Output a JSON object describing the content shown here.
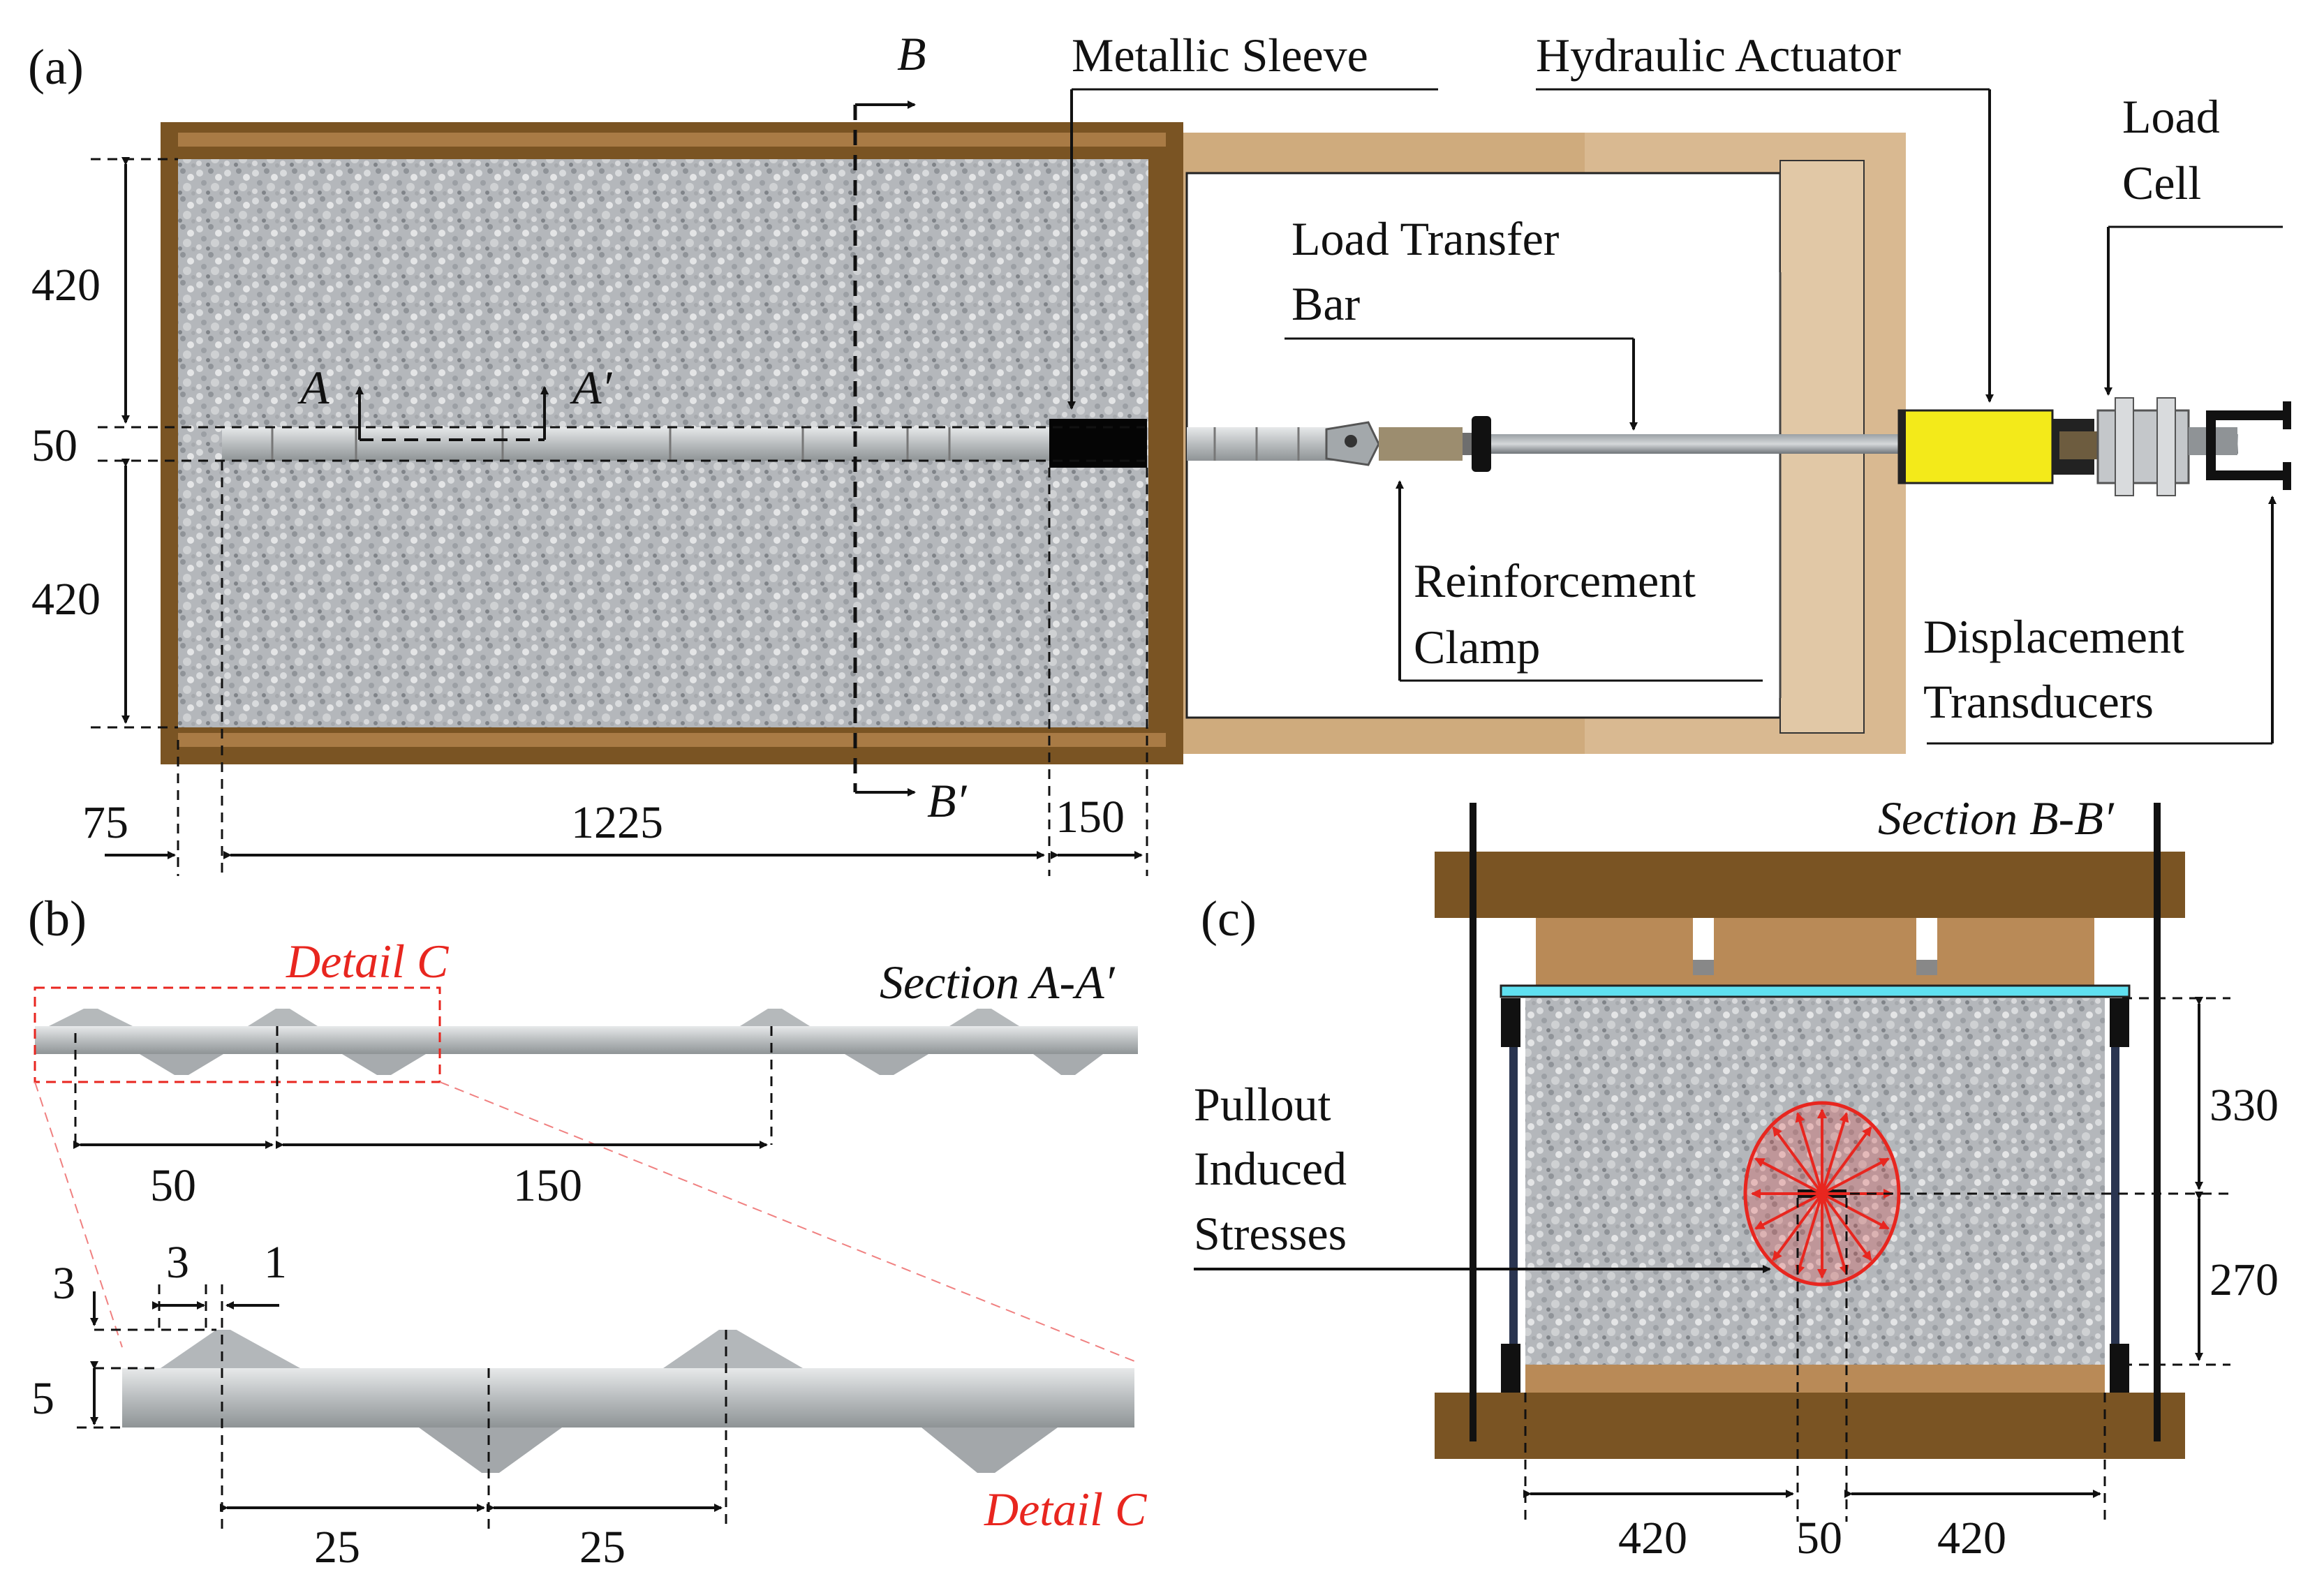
{
  "panels": {
    "a": "(a)",
    "b": "(b)",
    "c": "(c)"
  },
  "panel_a": {
    "labels": {
      "metallic_sleeve": "Metallic Sleeve",
      "hydraulic_actuator": "Hydraulic Actuator",
      "load_cell_1": "Load",
      "load_cell_2": "Cell",
      "load_transfer_bar_1": "Load Transfer",
      "load_transfer_bar_2": "Bar",
      "reinforcement_clamp_1": "Reinforcement",
      "reinforcement_clamp_2": "Clamp",
      "displacement_transducers_1": "Displacement",
      "displacement_transducers_2": "Transducers"
    },
    "section_marks": {
      "A": "A",
      "A_prime": "A′",
      "B": "B",
      "B_prime": "B′"
    },
    "dimensions": {
      "top_height": "420",
      "mid_height": "50",
      "bottom_height": "420",
      "left_offset": "75",
      "embedded_length": "1225",
      "sleeve_length": "150"
    }
  },
  "panel_b": {
    "section_title": "Section A-A′",
    "detail_label_top": "Detail C",
    "detail_label_bottom": "Detail C",
    "dimensions": {
      "rib_spacing_small": "50",
      "rib_spacing_large": "150",
      "rib_height_3": "3",
      "rib_top_3": "3",
      "rib_gap_1": "1",
      "bar_thickness": "5",
      "rib_pitch_1": "25",
      "rib_pitch_2": "25"
    }
  },
  "panel_c": {
    "section_title": "Section B-B′",
    "labels": {
      "stress_1": "Pullout",
      "stress_2": "Induced",
      "stress_3": "Stresses"
    },
    "dimensions": {
      "upper_height": "330",
      "lower_height": "270",
      "left_width": "420",
      "center_width": "50",
      "right_width": "420"
    }
  },
  "colors": {
    "timber": "#7a5423",
    "timber_light": "#a97b45",
    "panel_tan": "#cfab7d",
    "panel_tan_light": "#e1c29a",
    "soil": "#b9bcc0",
    "steel": "#c9ccce",
    "actuator_yellow": "#f3ea1a",
    "cyan_plate": "#5fe0f0",
    "stress_red": "#e8261f"
  }
}
